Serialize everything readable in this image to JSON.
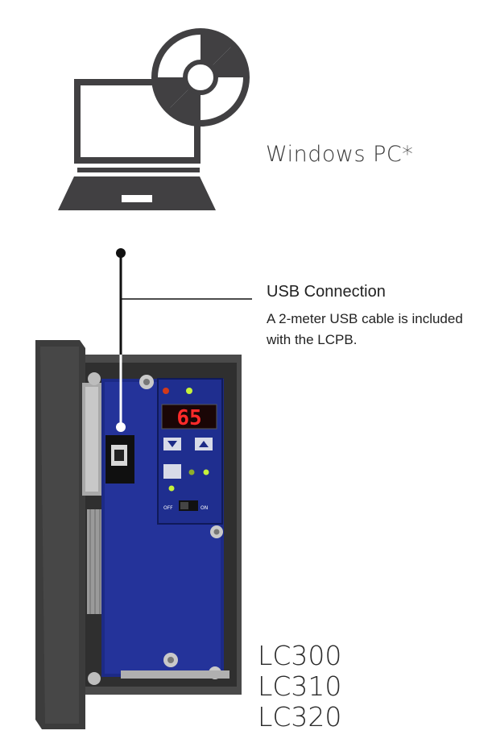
{
  "pc": {
    "label": "Windows PC*",
    "laptop_icon": "laptop-icon",
    "disc_icon": "cd-disc-icon",
    "colors": {
      "icon": "#414042"
    }
  },
  "connection": {
    "title": "USB Connection",
    "description": "A 2-meter USB cable is included with the LCPB."
  },
  "device": {
    "display_value": "65",
    "models": [
      "LC300",
      "LC310",
      "LC320"
    ],
    "panel_labels": {
      "off": "OFF",
      "on": "ON"
    },
    "colors": {
      "panel": "#1c2a86",
      "housing": "#3b3b3b",
      "display_bg": "#1a0606",
      "segments": "#ff2a2a",
      "led_green": "#c6f23a",
      "led_red": "#d23a1a"
    }
  }
}
